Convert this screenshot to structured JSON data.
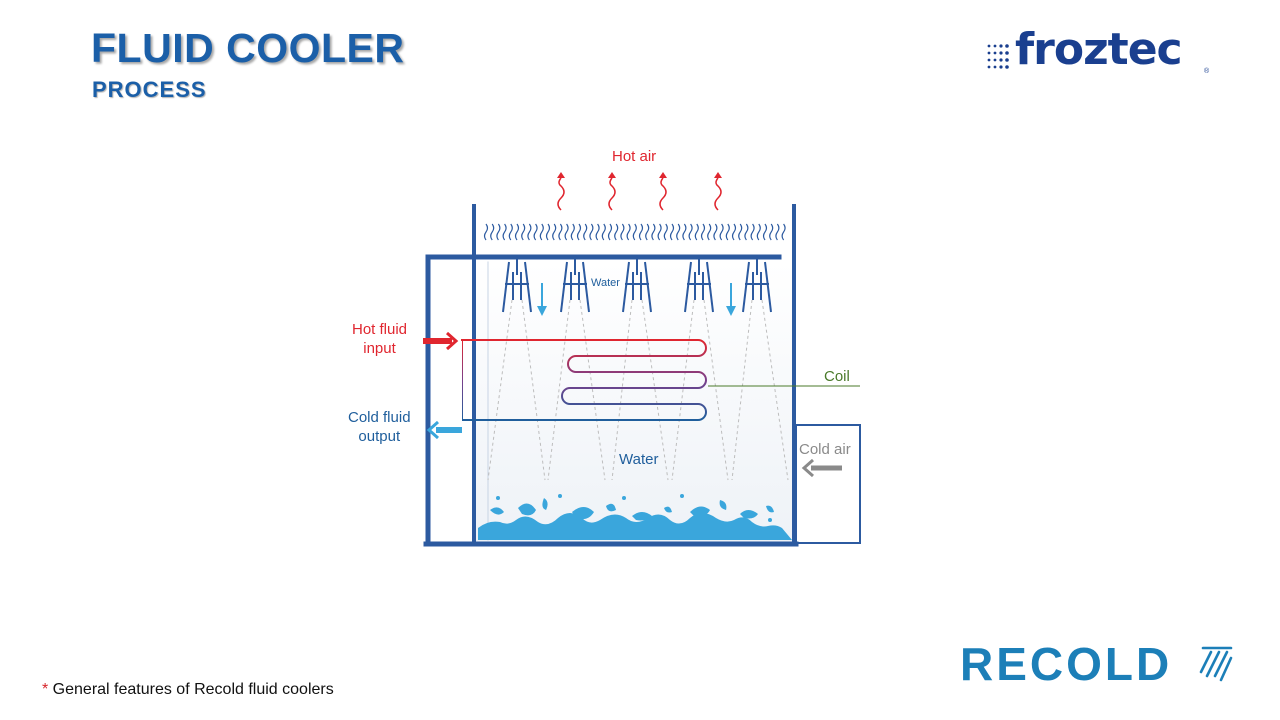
{
  "header": {
    "title": "FLUID COOLER",
    "subtitle": "PROCESS"
  },
  "brand": {
    "name": "froztec",
    "registered": "®"
  },
  "diagram": {
    "hot_air": "Hot air",
    "water_top": "Water",
    "hot_fluid_input": [
      "Hot fluid",
      "input"
    ],
    "cold_fluid_output": [
      "Cold fluid",
      "output"
    ],
    "coil": "Coil",
    "water_mid": "Water",
    "cold_air": "Cold air"
  },
  "footnote": {
    "star": "*",
    "text": " General features of Recold fluid coolers"
  },
  "recold_logo": {
    "text": "RECOLD"
  },
  "colors": {
    "title": "#1b5fa8",
    "frame": "#2c5aa0",
    "hot": "#e0262f",
    "cold": "#1f5e9c",
    "water": "#3aa6dc",
    "coil_label": "#4a7a2a",
    "cold_air": "#8a8a8a",
    "recold": "#1c7fb8"
  }
}
